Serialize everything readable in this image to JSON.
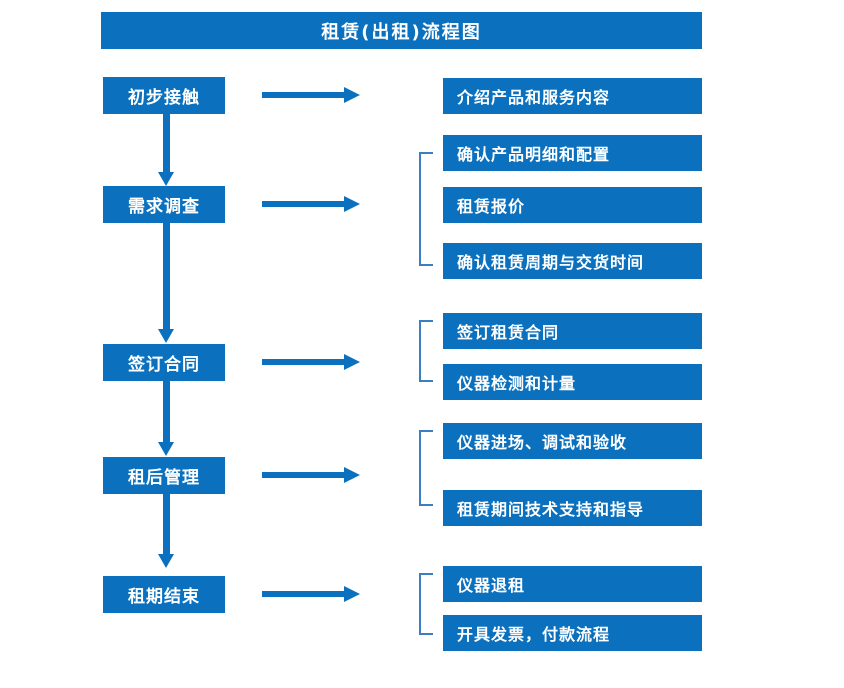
{
  "chart_data": {
    "type": "diagram",
    "title": "租赁(出租)流程图",
    "diagram_kind": "flowchart",
    "orientation": "vertical-left-column-with-right-detail-groups",
    "stages": [
      {
        "label": "初步接触",
        "details": [
          "介绍产品和服务内容"
        ],
        "grouped": false
      },
      {
        "label": "需求调查",
        "details": [
          "确认产品明细和配置",
          "租赁报价",
          "确认租赁周期与交货时间"
        ],
        "grouped": true
      },
      {
        "label": "签订合同",
        "details": [
          "签订租赁合同",
          "仪器检测和计量"
        ],
        "grouped": true
      },
      {
        "label": "租后管理",
        "details": [
          "仪器进场、调试和验收",
          "租赁期间技术支持和指导"
        ],
        "grouped": true
      },
      {
        "label": "租期结束",
        "details": [
          "仪器退租",
          "开具发票，付款流程"
        ],
        "grouped": true
      }
    ],
    "colors": {
      "box_fill": "#0B71BE",
      "box_text": "#FFFFFF",
      "arrow": "#0B71BE",
      "bracket": "#3A7FC1",
      "background": "#FFFFFF"
    }
  },
  "title": {
    "text": "租赁(出租)流程图"
  },
  "stages": {
    "s0": {
      "label": "初步接触"
    },
    "s1": {
      "label": "需求调查"
    },
    "s2": {
      "label": "签订合同"
    },
    "s3": {
      "label": "租后管理"
    },
    "s4": {
      "label": "租期结束"
    }
  },
  "details": {
    "d0_0": {
      "label": "介绍产品和服务内容"
    },
    "d1_0": {
      "label": "确认产品明细和配置"
    },
    "d1_1": {
      "label": "租赁报价"
    },
    "d1_2": {
      "label": "确认租赁周期与交货时间"
    },
    "d2_0": {
      "label": "签订租赁合同"
    },
    "d2_1": {
      "label": "仪器检测和计量"
    },
    "d3_0": {
      "label": "仪器进场、调试和验收"
    },
    "d3_1": {
      "label": "租赁期间技术支持和指导"
    },
    "d4_0": {
      "label": "仪器退租"
    },
    "d4_1": {
      "label": "开具发票，付款流程"
    }
  }
}
